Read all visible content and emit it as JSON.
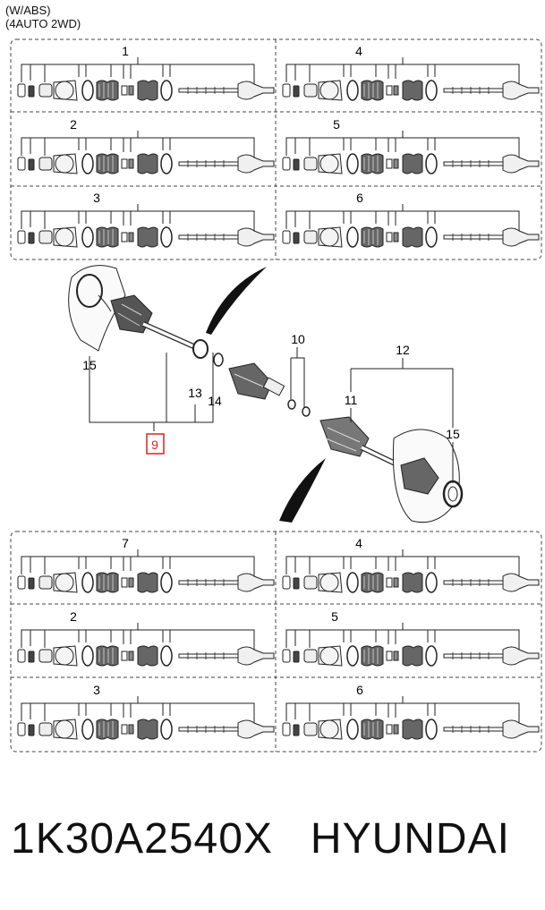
{
  "header": {
    "line1": "(W/ABS)",
    "line2": "(4AUTO 2WD)"
  },
  "top_panel": {
    "callouts": [
      "1",
      "4",
      "2",
      "5",
      "3",
      "6"
    ]
  },
  "center_diagram": {
    "callouts": {
      "c15_left": "15",
      "c13": "13",
      "c14": "14",
      "c9": "9",
      "c10": "10",
      "c12": "12",
      "c11": "11",
      "c15_right": "15"
    },
    "highlight_color": "#e02020"
  },
  "bottom_panel": {
    "callouts": [
      "7",
      "4",
      "2",
      "5",
      "3",
      "6"
    ]
  },
  "footer": {
    "part_number": "1K30A2540X",
    "brand": "HYUNDAI"
  }
}
